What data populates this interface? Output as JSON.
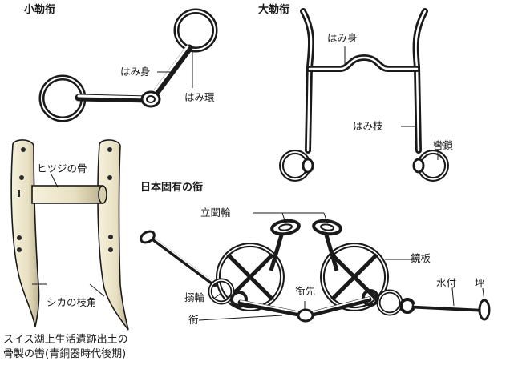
{
  "sections": {
    "small_bit": {
      "title": "小勒衔",
      "labels": {
        "mouthpiece": "はみ身",
        "ring": "はみ環"
      }
    },
    "large_bit": {
      "title": "大勒衔",
      "labels": {
        "mouthpiece": "はみ身",
        "cheek": "はみ枝",
        "rein_chain": "轡鎖"
      }
    },
    "japanese_bit": {
      "title": "日本固有の衔",
      "labels": {
        "standing_ring": "立聞輪",
        "mirror_plate": "鏡板",
        "water_attachment": "水付",
        "tsubo": "坪",
        "hiki_ring": "搦輪",
        "bit_tip": "衔先",
        "bit": "衔"
      }
    },
    "bone_bit": {
      "labels": {
        "sheep_bone": "ヒツジの骨",
        "antler": "シカの枝角"
      },
      "caption": [
        "スイス湖上生活遺跡出土の",
        "骨製の轡(青銅器時代後期)"
      ]
    }
  },
  "colors": {
    "ink": "#1a1a1a",
    "bone": "#ece6cc",
    "bone_shadow": "#b9ae8a"
  }
}
